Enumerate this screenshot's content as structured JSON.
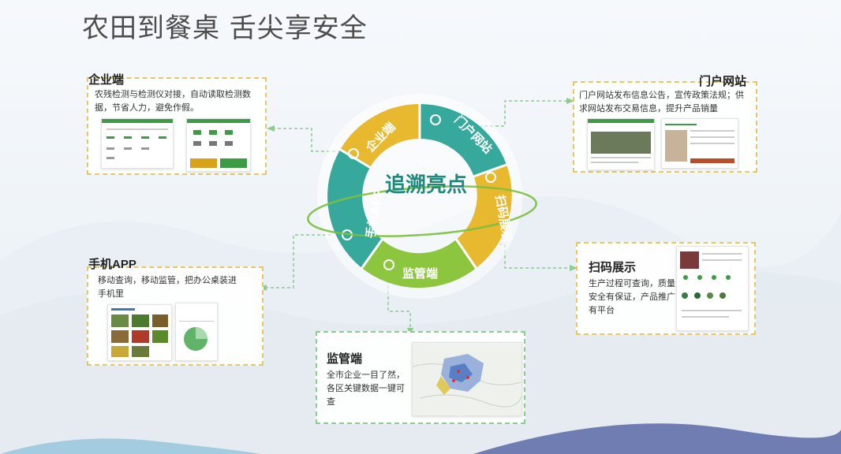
{
  "title": "农田到餐桌  舌尖享安全",
  "center": "追溯亮点",
  "wheel_segments": [
    {
      "label": "企业端",
      "color": "#e8b92e"
    },
    {
      "label": "门户网站",
      "color": "#36a99c"
    },
    {
      "label": "扫码展示",
      "color": "#e8b92e"
    },
    {
      "label": "监管端",
      "color": "#8cc63e"
    },
    {
      "label": "手机APP",
      "color": "#36a99c"
    }
  ],
  "panels": {
    "enterprise": {
      "title": "企业端",
      "desc": "农残检测与检测仪对接，自动读取检测数据，节省人力，避免作假。"
    },
    "portal": {
      "title": "门户网站",
      "desc": "门户网站发布信息公告，宣传政策法规；供求网站发布交易信息，提升产品销量"
    },
    "mobile": {
      "title": "手机APP",
      "desc": "移动查询，移动监管，把办公桌装进手机里"
    },
    "scan": {
      "title": "扫码展示",
      "desc": "生产过程可查询，质量安全有保证，产品推广有平台"
    },
    "supervision": {
      "title": "监管端",
      "desc": "全市企业一目了然，各区关键数据一键可查"
    }
  },
  "colors": {
    "gold": "#e8b92e",
    "teal": "#36a99c",
    "lime": "#8cc63e",
    "center_text": "#1d8a7d"
  }
}
